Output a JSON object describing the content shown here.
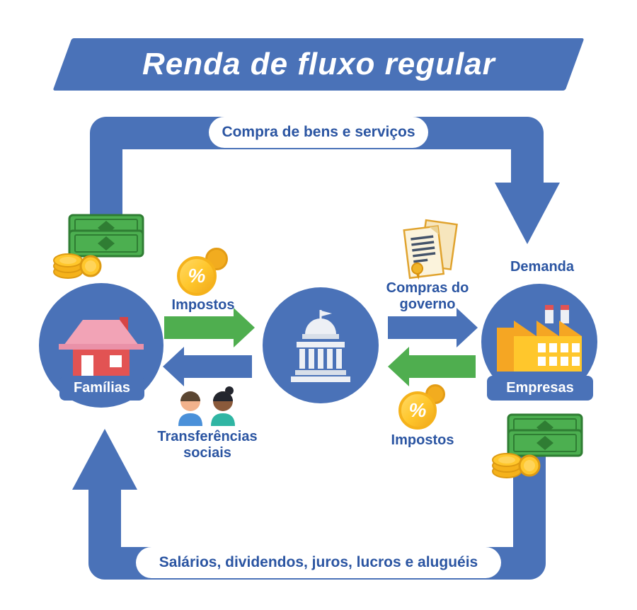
{
  "title": "Renda de fluxo regular",
  "nodes": {
    "households": {
      "label": "Famílias"
    },
    "firms": {
      "label": "Empresas"
    }
  },
  "flows": {
    "purchase_goods_services": "Compra de bens e serviços",
    "factor_income": "Salários, dividendos, juros, lucros e aluguéis",
    "taxes_households": "Impostos",
    "taxes_firms": "Impostos",
    "social_transfers": "Transferências sociais",
    "government_purchases": "Compras do governo",
    "demand": "Demanda"
  },
  "icons": {
    "coin_percent": "%"
  },
  "colors": {
    "primary_blue": "#4A72B8",
    "label_blue": "#2B55A2",
    "green_arrow": "#4FAE4F",
    "coin_gold": "#FFC72C"
  }
}
